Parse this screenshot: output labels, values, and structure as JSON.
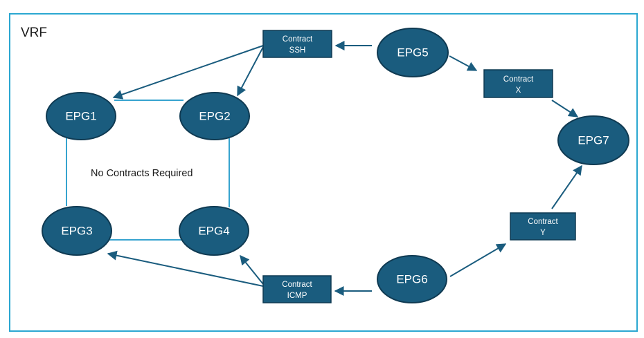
{
  "vrf": {
    "label": "VRF"
  },
  "note": {
    "text": "No Contracts Required"
  },
  "epgs": [
    {
      "id": "epg1",
      "label": "EPG1"
    },
    {
      "id": "epg2",
      "label": "EPG2"
    },
    {
      "id": "epg3",
      "label": "EPG3"
    },
    {
      "id": "epg4",
      "label": "EPG4"
    },
    {
      "id": "epg5",
      "label": "EPG5"
    },
    {
      "id": "epg6",
      "label": "EPG6"
    },
    {
      "id": "epg7",
      "label": "EPG7"
    }
  ],
  "contracts": [
    {
      "id": "ssh",
      "line1": "Contract",
      "line2": "SSH"
    },
    {
      "id": "icmp",
      "line1": "Contract",
      "line2": "ICMP"
    },
    {
      "id": "x",
      "line1": "Contract",
      "line2": "X"
    },
    {
      "id": "y",
      "line1": "Contract",
      "line2": "Y"
    }
  ],
  "colors": {
    "frame": "#2aa7d1",
    "node_fill": "#1a5c7e",
    "node_border": "#0f3a52",
    "plain_link": "#36a3cf",
    "arrow": "#1a5c7e"
  }
}
